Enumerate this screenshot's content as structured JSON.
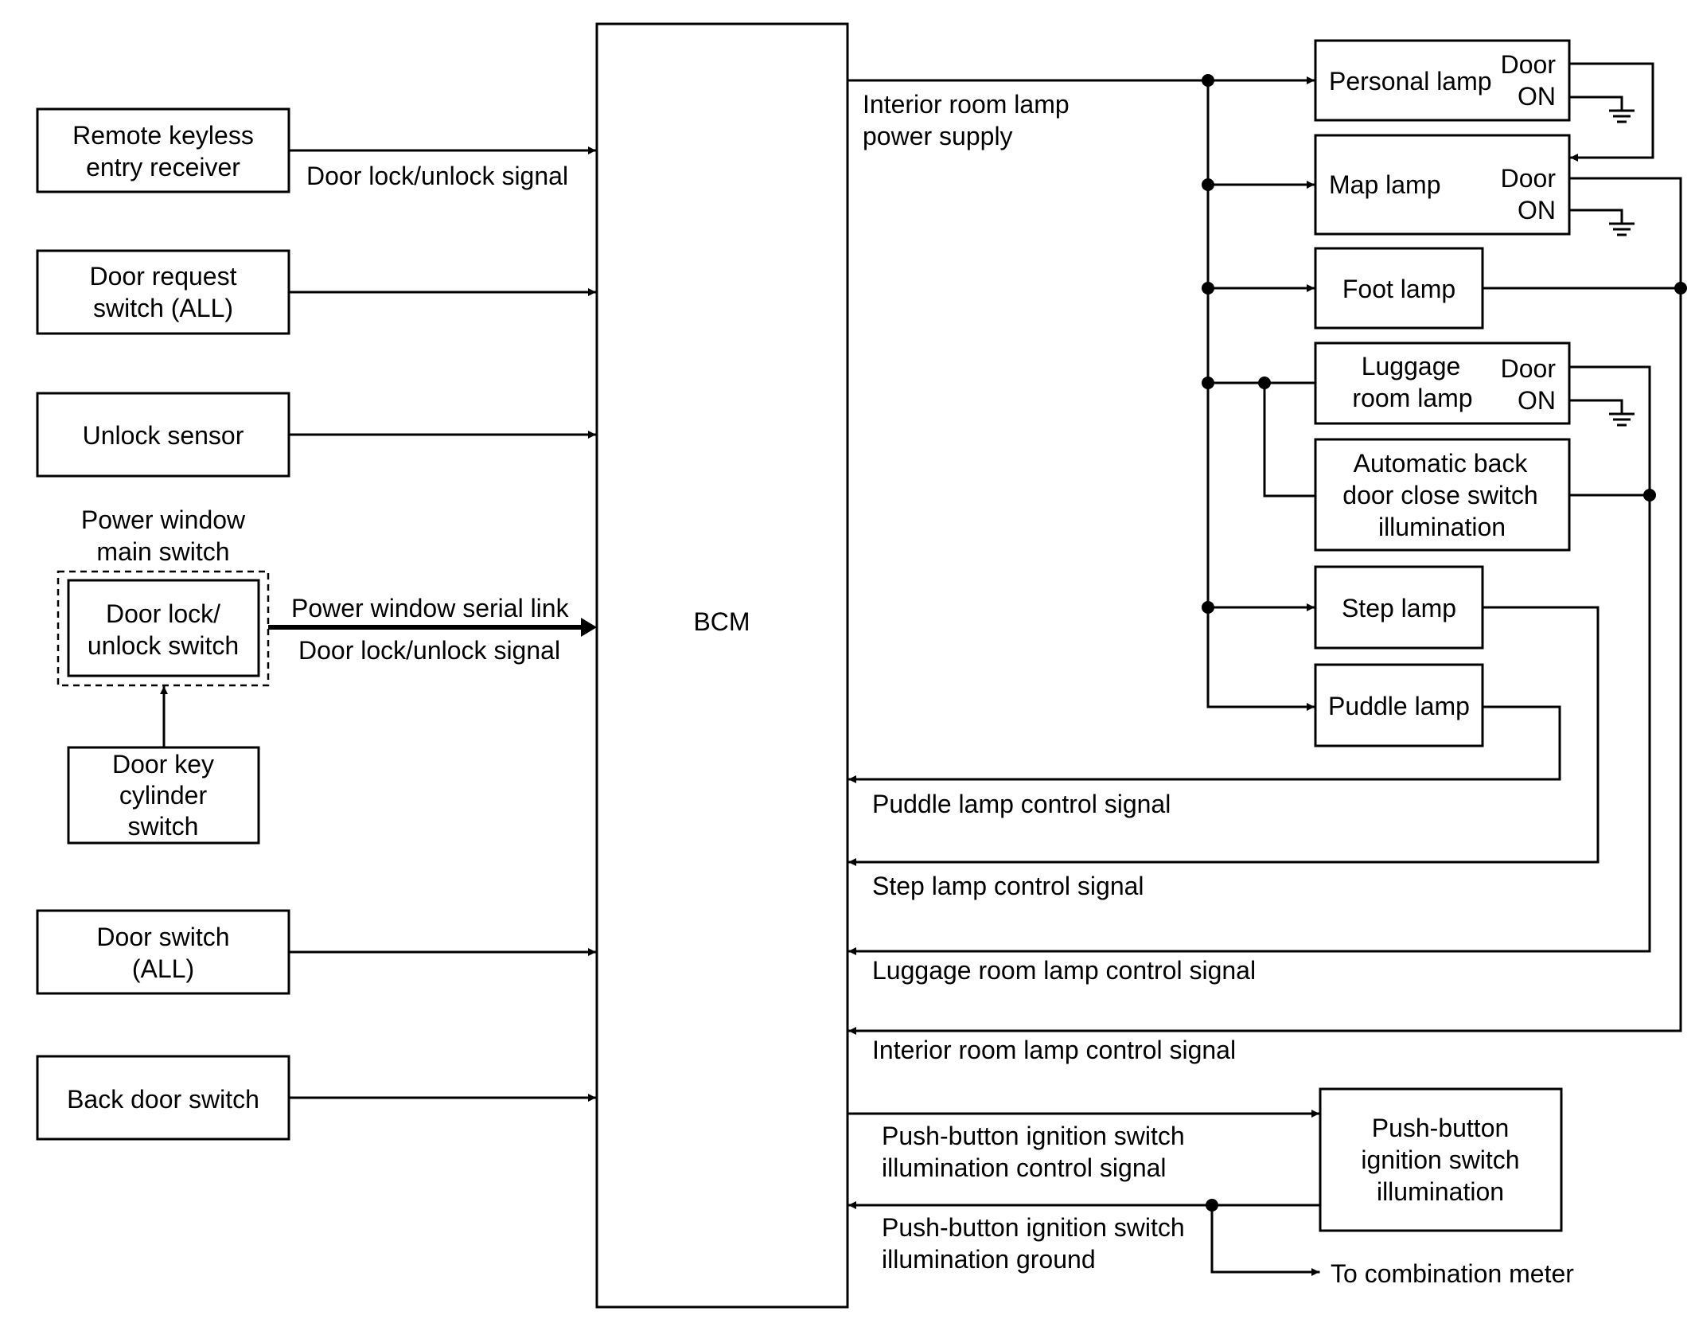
{
  "inputs": {
    "remote_keyless": [
      "Remote keyless",
      "entry receiver"
    ],
    "door_request": [
      "Door request",
      "switch (ALL)"
    ],
    "unlock_sensor": "Unlock sensor",
    "power_window_title": [
      "Power window",
      "main switch"
    ],
    "door_lock_switch": [
      "Door lock/",
      "unlock switch"
    ],
    "door_key_cylinder": [
      "Door key",
      "cylinder",
      "switch"
    ],
    "door_switch": [
      "Door switch",
      "(ALL)"
    ],
    "back_door_switch": "Back door switch"
  },
  "bcm": {
    "label": "BCM"
  },
  "signals": {
    "door_lock_unlock": "Door lock/unlock signal",
    "power_window_serial": "Power window serial link",
    "door_lock_unlock_2": "Door lock/unlock signal",
    "interior_supply": [
      "Interior room lamp",
      "power supply"
    ],
    "puddle_control": "Puddle lamp control signal",
    "step_control": "Step lamp control signal",
    "luggage_control": "Luggage room lamp control signal",
    "interior_control": "Interior room lamp control signal",
    "push_illum_control": [
      "Push-button ignition switch",
      "illumination control signal"
    ],
    "push_illum_ground": [
      "Push-button ignition switch",
      "illumination ground"
    ],
    "to_combination_meter": "To combination meter"
  },
  "lamps": {
    "personal": "Personal lamp",
    "map": "Map lamp",
    "foot": "Foot lamp",
    "luggage": [
      "Luggage",
      "room lamp"
    ],
    "auto_back_door": [
      "Automatic back",
      "door close switch",
      "illumination"
    ],
    "step": "Step lamp",
    "puddle": "Puddle lamp",
    "push_button": [
      "Push-button",
      "ignition switch",
      "illumination"
    ],
    "door_label": "Door",
    "on_label": "ON"
  }
}
